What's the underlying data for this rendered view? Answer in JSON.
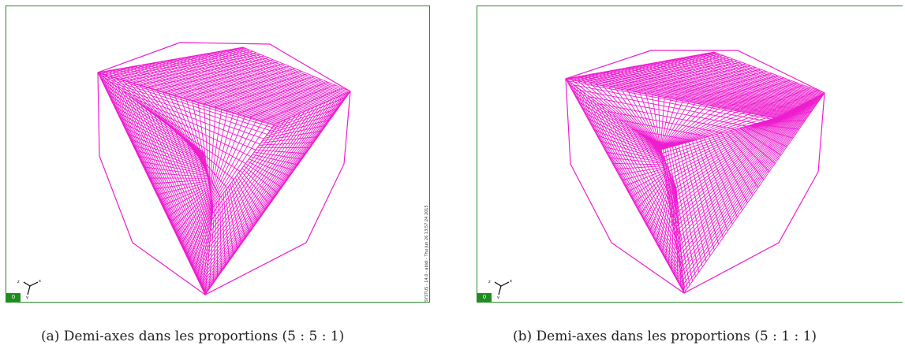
{
  "figures": [
    {
      "id": "a",
      "caption": "(a) Demi-axes dans les proportions (5 : 5 : 1)",
      "badge": "0",
      "side_note": "SYSTUS - 14.0 - abidi - Thu Jun 26 13:57:24 2015",
      "axis_labels": [
        "z",
        "x",
        "y"
      ],
      "mesh_color": "#ee1ccf",
      "frame_color": "#2a8a2a"
    },
    {
      "id": "b",
      "caption": "(b) Demi-axes dans les proportions (5 : 1 : 1)",
      "badge": "0",
      "axis_labels": [
        "z",
        "x",
        "y"
      ],
      "mesh_color": "#ee1ccf",
      "frame_color": "#2a8a2a"
    }
  ]
}
